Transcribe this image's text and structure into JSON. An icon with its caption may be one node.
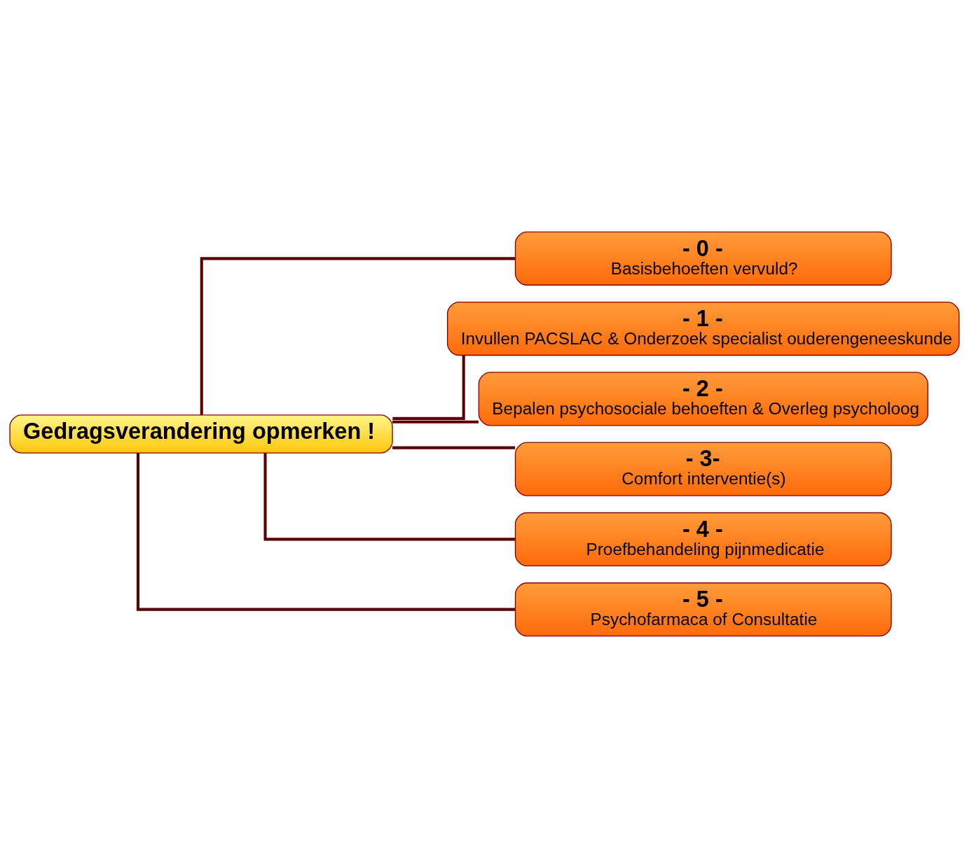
{
  "diagram": {
    "nodes": [
      {
        "text": [
          "Gedragsverandering opmerken !"
        ]
      },
      {
        "text": [
          "- 0 -",
          "Basisbehoeften vervuld?"
        ]
      },
      {
        "text": [
          "- 1 -",
          "Invullen PACSLAC & Onderzoek specialist ouderengeneeskunde"
        ]
      },
      {
        "text": [
          "- 2 -",
          "Bepalen psychosociale behoeften & Overleg psycholoog"
        ]
      },
      {
        "text": [
          "- 3-",
          "Comfort interventie(s)"
        ]
      },
      {
        "text": [
          "- 4 -",
          "Proefbehandeling pijnmedicatie"
        ]
      },
      {
        "text": [
          "- 5 -",
          "Psychofarmaca of Consultatie"
        ]
      }
    ],
    "edges": [
      {
        "from": 0,
        "to": 1,
        "arrow": "none"
      },
      {
        "from": 0,
        "to": 2,
        "arrow": "none"
      },
      {
        "from": 0,
        "to": 3,
        "arrow": "none"
      },
      {
        "from": 0,
        "to": 4,
        "arrow": "none"
      },
      {
        "from": 0,
        "to": 5,
        "arrow": "none"
      },
      {
        "from": 0,
        "to": 6,
        "arrow": "none"
      }
    ]
  }
}
